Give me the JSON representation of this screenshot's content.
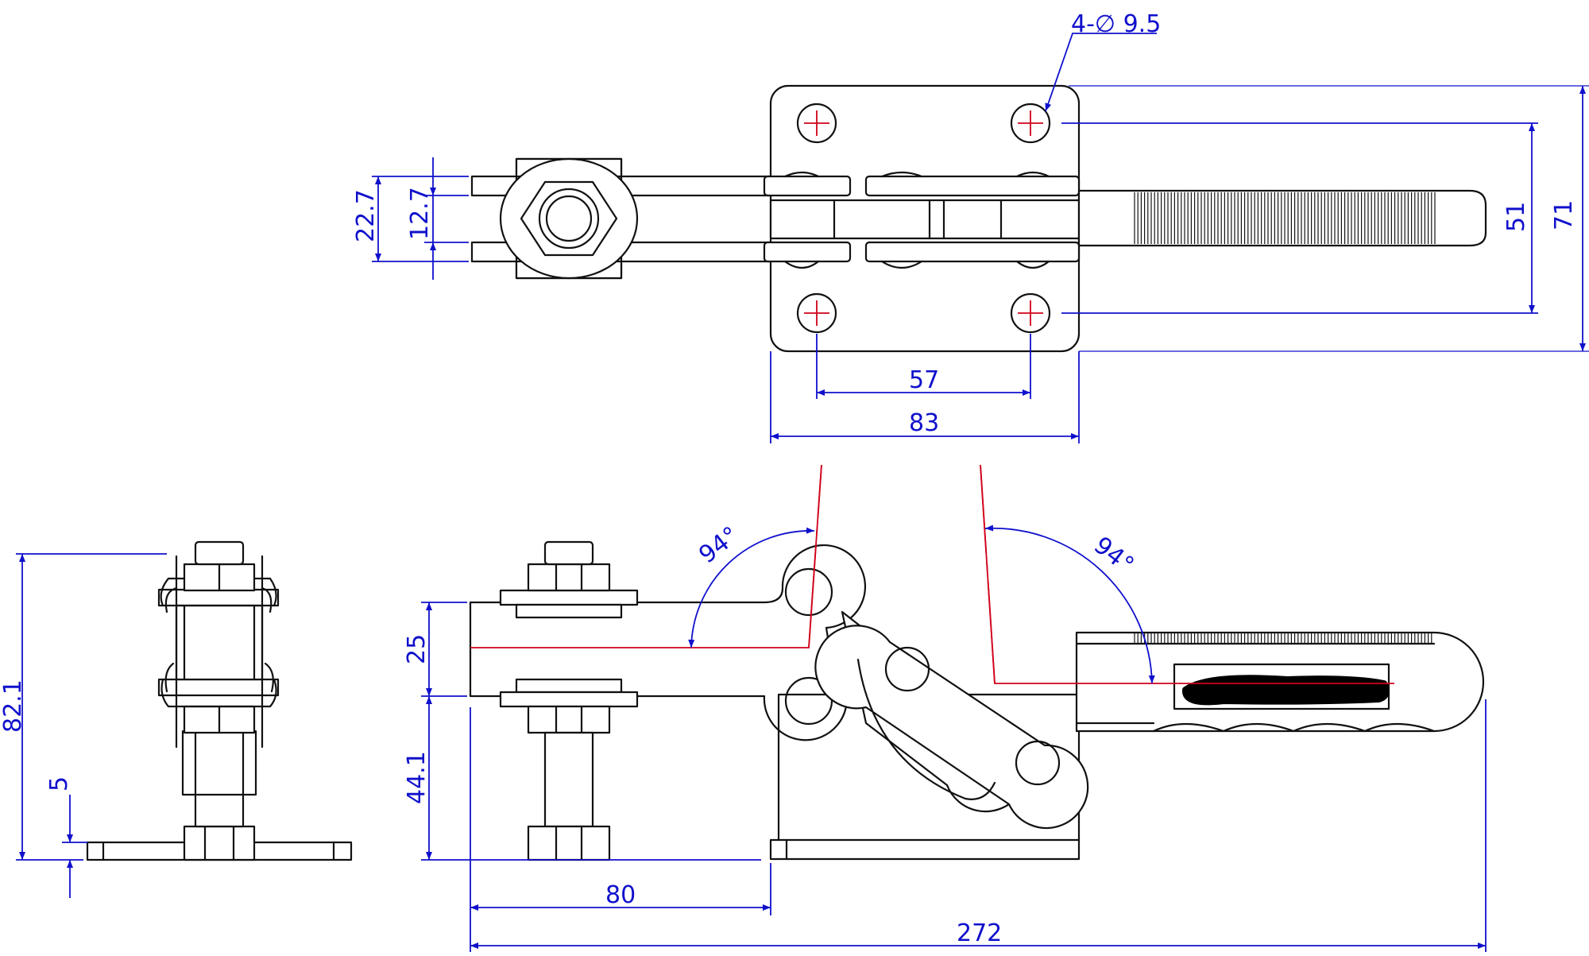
{
  "dimensions": {
    "hole_callout": "4-∅ 9.5",
    "height_71": "71",
    "spacing_51": "51",
    "spacing_57": "57",
    "width_83": "83",
    "opening_22_7": "22.7",
    "opening_12_7": "12.7",
    "angle_left": "94°",
    "angle_right": "94°",
    "height_25": "25",
    "height_44_1": "44.1",
    "height_82_1": "82.1",
    "thickness_5": "5",
    "length_80": "80",
    "length_272": "272"
  },
  "colors": {
    "dimension": "#1010cc",
    "centerline": "#d0021b",
    "outline": "#111111",
    "grip_mark": "#000000"
  }
}
